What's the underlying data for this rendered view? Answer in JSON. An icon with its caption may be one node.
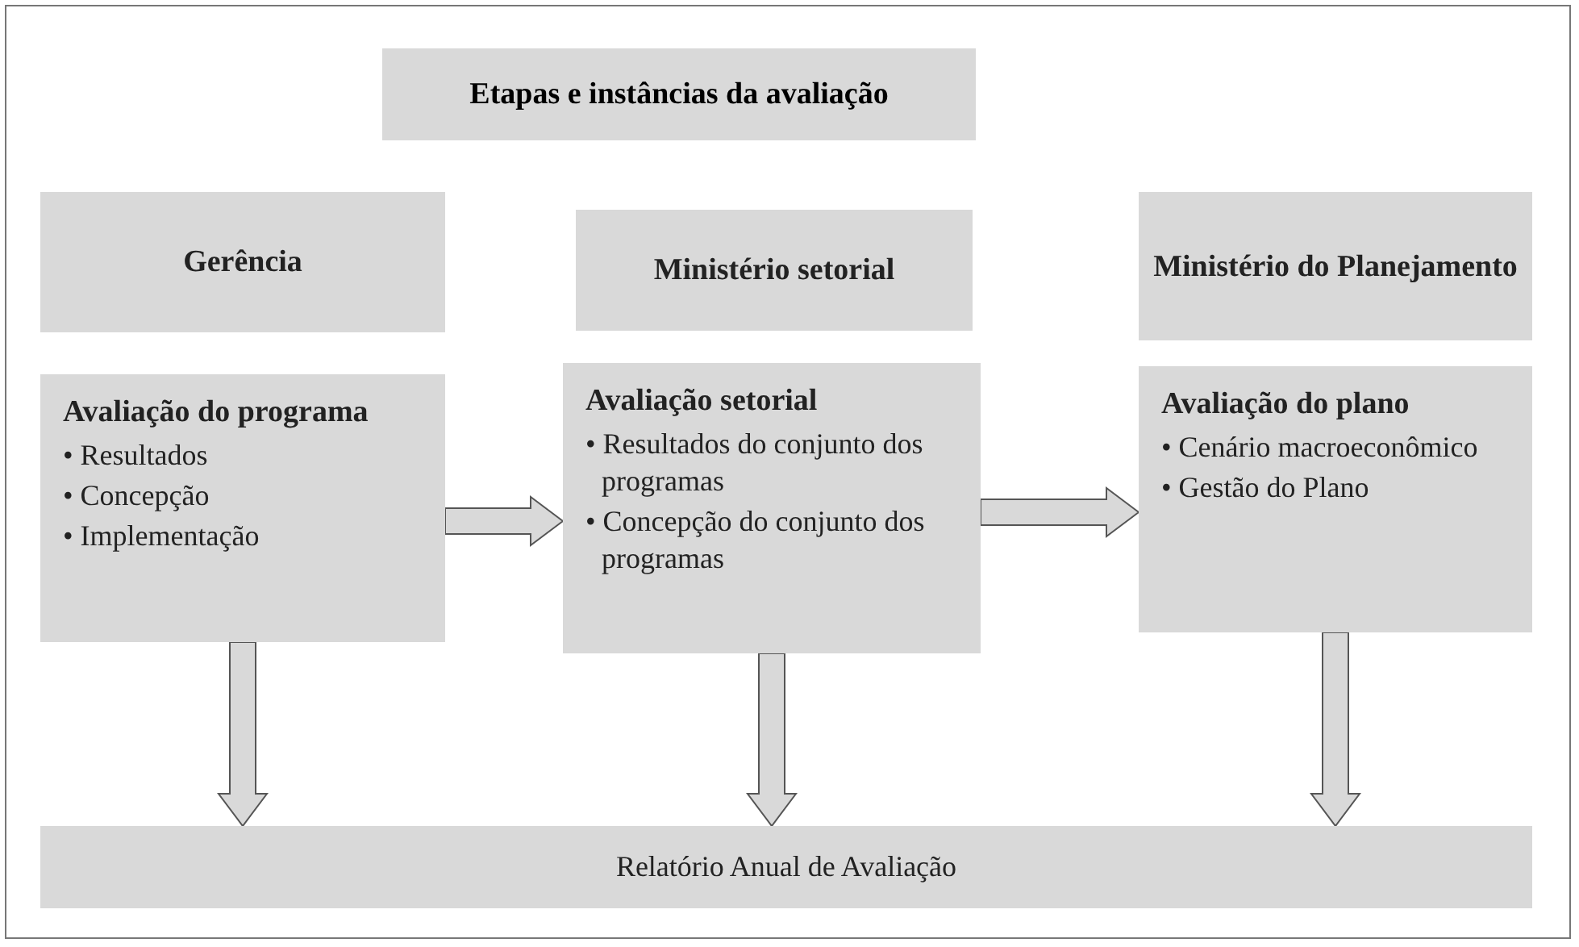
{
  "diagram": {
    "title": "Etapas e  instâncias da avaliação",
    "nodes": [
      {
        "text": [
          "Gerência"
        ]
      },
      {
        "text": [
          "Ministério setorial"
        ]
      },
      {
        "text": [
          "Ministério do Planejamento"
        ]
      },
      {
        "text": [
          "Avaliação do programa",
          "• Resultados",
          "• Concepção",
          "• Implementação"
        ]
      },
      {
        "text": [
          "Avaliação setorial",
          "• Resultados do conjunto dos programas",
          "• Concepção do conjunto dos programas"
        ]
      },
      {
        "text": [
          "Avaliação do plano",
          "• Cenário macroeconômico",
          "• Gestão do Plano"
        ]
      },
      {
        "text": [
          "Relatório Anual de Avaliação"
        ]
      }
    ],
    "edges": [
      {
        "from": 3,
        "to": 4,
        "arrow": "to"
      },
      {
        "from": 4,
        "to": 5,
        "arrow": "to"
      },
      {
        "from": 3,
        "to": 6,
        "arrow": "to"
      },
      {
        "from": 4,
        "to": 6,
        "arrow": "to"
      },
      {
        "from": 5,
        "to": 6,
        "arrow": "to"
      }
    ]
  }
}
